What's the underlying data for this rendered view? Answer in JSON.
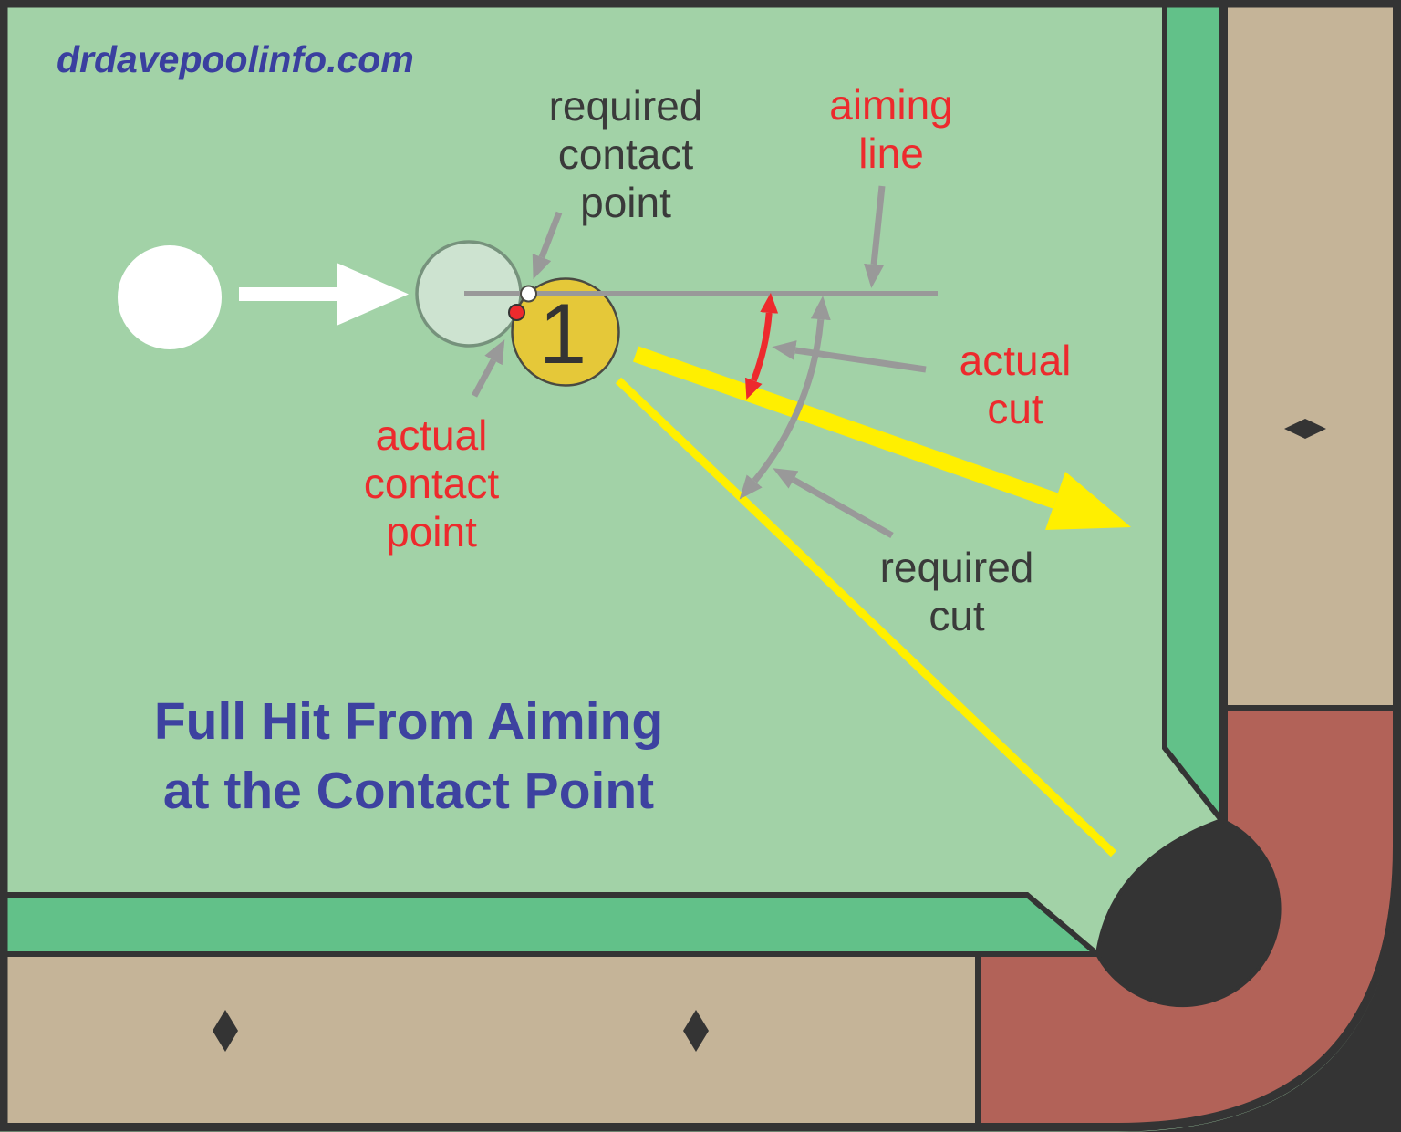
{
  "watermark": "drdavepoolinfo.com",
  "title": {
    "lines": [
      "Full Hit From Aiming",
      "at the Contact Point"
    ]
  },
  "labels": {
    "required_contact_point": {
      "lines": [
        "required",
        "contact",
        "point"
      ]
    },
    "aiming_line": {
      "lines": [
        "aiming",
        "line"
      ]
    },
    "actual_cut": {
      "lines": [
        "actual",
        "cut"
      ]
    },
    "actual_contact_point": {
      "lines": [
        "actual",
        "contact",
        "point"
      ]
    },
    "required_cut": {
      "lines": [
        "required",
        "cut"
      ]
    }
  },
  "balls": {
    "object_ball_number": "1"
  },
  "colors": {
    "table_cloth": "#a2d2a7",
    "cushion_green": "#62c189",
    "rail_wood_tan": "#c5b498",
    "pocket_liner_red_brown": "#b26258",
    "pocket_dark": "#343434",
    "line_gray": "#999999",
    "cut_line_yellow": "#ffef00",
    "accent_red": "#ed2a2d",
    "text_blue": "#3d42a0",
    "object_ball_yellow": "#e5c839",
    "ghost_ball_fill": "#cde3d0"
  }
}
